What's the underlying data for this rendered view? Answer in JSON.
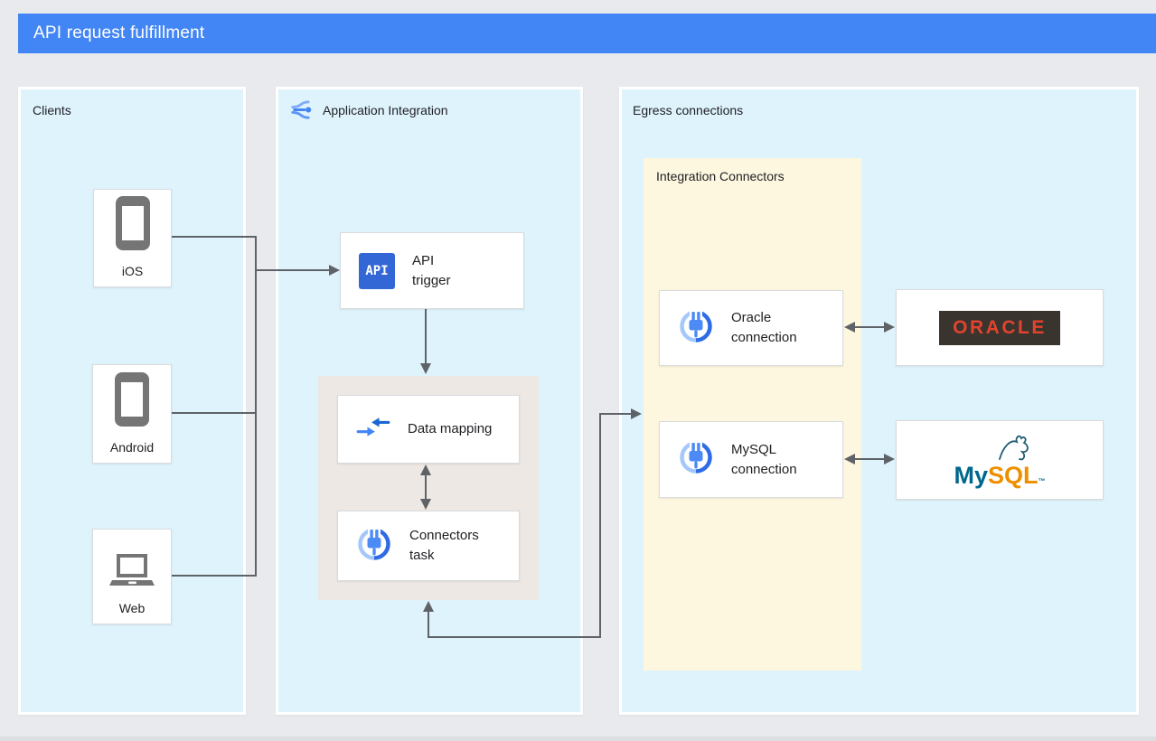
{
  "title": "API request fulfillment",
  "clients": {
    "label": "Clients",
    "ios": "iOS",
    "android": "Android",
    "web": "Web"
  },
  "integration": {
    "label": "Application Integration",
    "api_icon_text": "API",
    "api_trigger_line1": "API",
    "api_trigger_line2": "trigger",
    "data_mapping": "Data mapping",
    "connectors_task_line1": "Connectors",
    "connectors_task_line2": "task"
  },
  "egress": {
    "label": "Egress connections",
    "group_label": "Integration Connectors",
    "oracle_line1": "Oracle",
    "oracle_line2": "connection",
    "mysql_line1": "MySQL",
    "mysql_line2": "connection",
    "oracle_logo": "ORACLE",
    "mysql_logo_my": "My",
    "mysql_logo_sql": "SQL",
    "mysql_logo_tm": "™"
  },
  "colors": {
    "header_bg": "#4285F4",
    "page_bg": "#E8EAED",
    "column_bg": "#DFF3FD",
    "group_bg": "#FEF7E0",
    "container_bg": "#EDE8E4",
    "connector_line": "#5F6368",
    "device_icon_gray": "#757575",
    "api_badge_bg": "#3367D6",
    "google_blue": "#4285F4",
    "light_blue": "#A5C8FA",
    "oracle_red": "#E2432F",
    "oracle_box": "#39342E",
    "mysql_teal": "#00678C",
    "mysql_orange": "#EE8F00"
  }
}
